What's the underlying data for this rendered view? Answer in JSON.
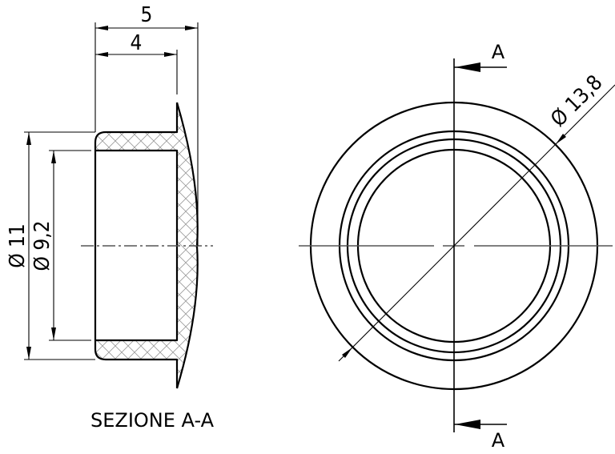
{
  "drawing": {
    "title": "SEZIONE A-A",
    "colors": {
      "line": "#000000",
      "centerline": "#555555",
      "hatch": "#9a9a9a",
      "background": "#ffffff"
    }
  },
  "section_view": {
    "label": "SEZIONE A-A",
    "dimensions": {
      "overall_length": "5",
      "body_length": "4",
      "outer_diameter": "Ø 11",
      "inner_diameter": "Ø 9,2"
    }
  },
  "front_view": {
    "section_marker_top": "A",
    "section_marker_bottom": "A",
    "dimensions": {
      "head_diameter": "Ø 13,8"
    },
    "circle_count": 4
  }
}
